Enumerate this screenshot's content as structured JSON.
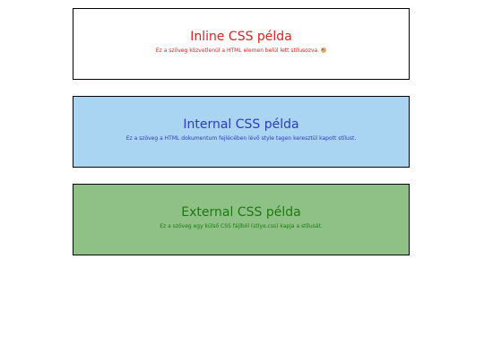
{
  "colors": {
    "inline_text": "#e02020",
    "internal_text": "#2f3bbd",
    "external_text": "#1c7a12",
    "internal_bg": "#a9d4f2",
    "external_bg": "#8fc187"
  },
  "inline": {
    "title": "Inline CSS példa",
    "text": "Ez a szöveg közvetlenül a HTML elemen belül lett stílusozva.",
    "icon": "artist-palette-icon"
  },
  "internal": {
    "title": "Internal CSS példa",
    "text": "Ez a szöveg a HTML dokumentum fejlécében lévő style tagen keresztül kapott stílust."
  },
  "external": {
    "title": "External CSS példa",
    "text": "Ez a szöveg egy külső CSS fájlból (stlye.css) kapja a stílusát."
  }
}
